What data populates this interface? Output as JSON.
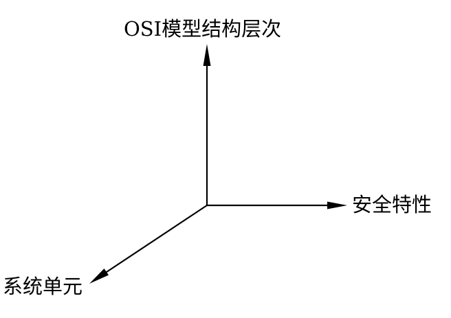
{
  "diagram": {
    "type": "3d-axes",
    "axes": {
      "vertical": {
        "label": "OSI模型结构层次",
        "direction": "up"
      },
      "horizontal": {
        "label": "安全特性",
        "direction": "right"
      },
      "diagonal": {
        "label": "系统单元",
        "direction": "down-left"
      }
    },
    "colors": {
      "stroke": "#000000",
      "background": "#ffffff"
    }
  }
}
